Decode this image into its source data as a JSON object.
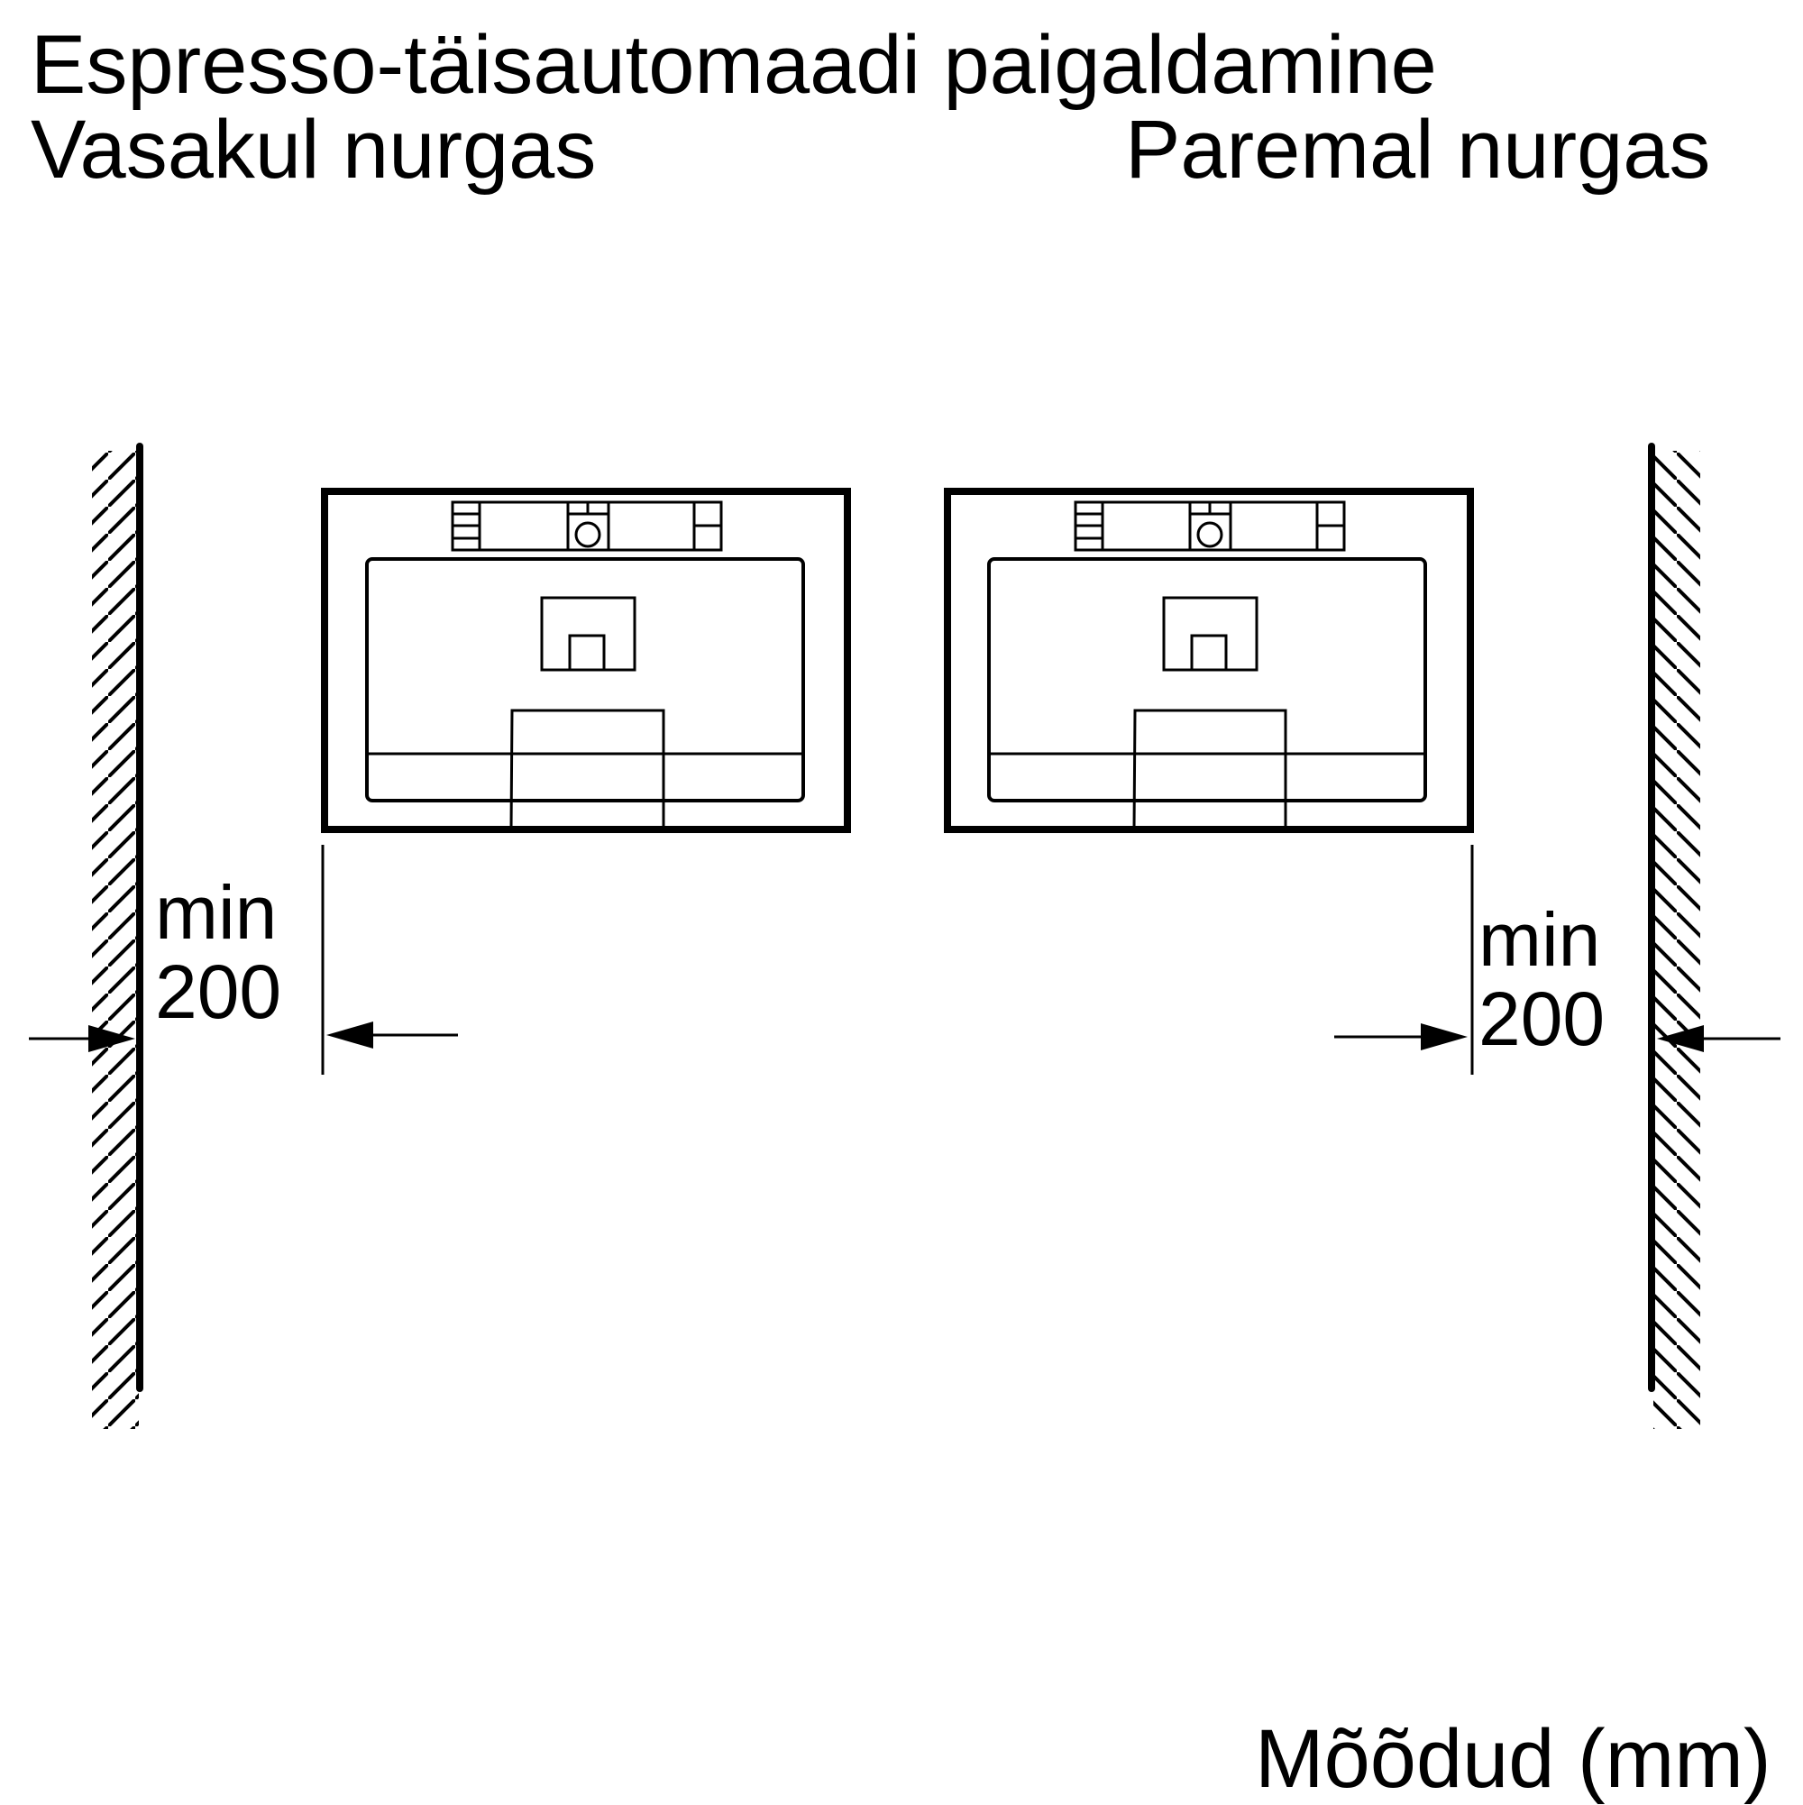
{
  "title": "Espresso-täisautomaadi paigaldamine",
  "left_corner_label": "Vasakul nurgas",
  "right_corner_label": "Paremal nurgas",
  "left_dimension": {
    "prefix": "min",
    "value": "200"
  },
  "right_dimension": {
    "prefix": "min",
    "value": "200"
  },
  "units_note": "Mõõdud (mm)"
}
